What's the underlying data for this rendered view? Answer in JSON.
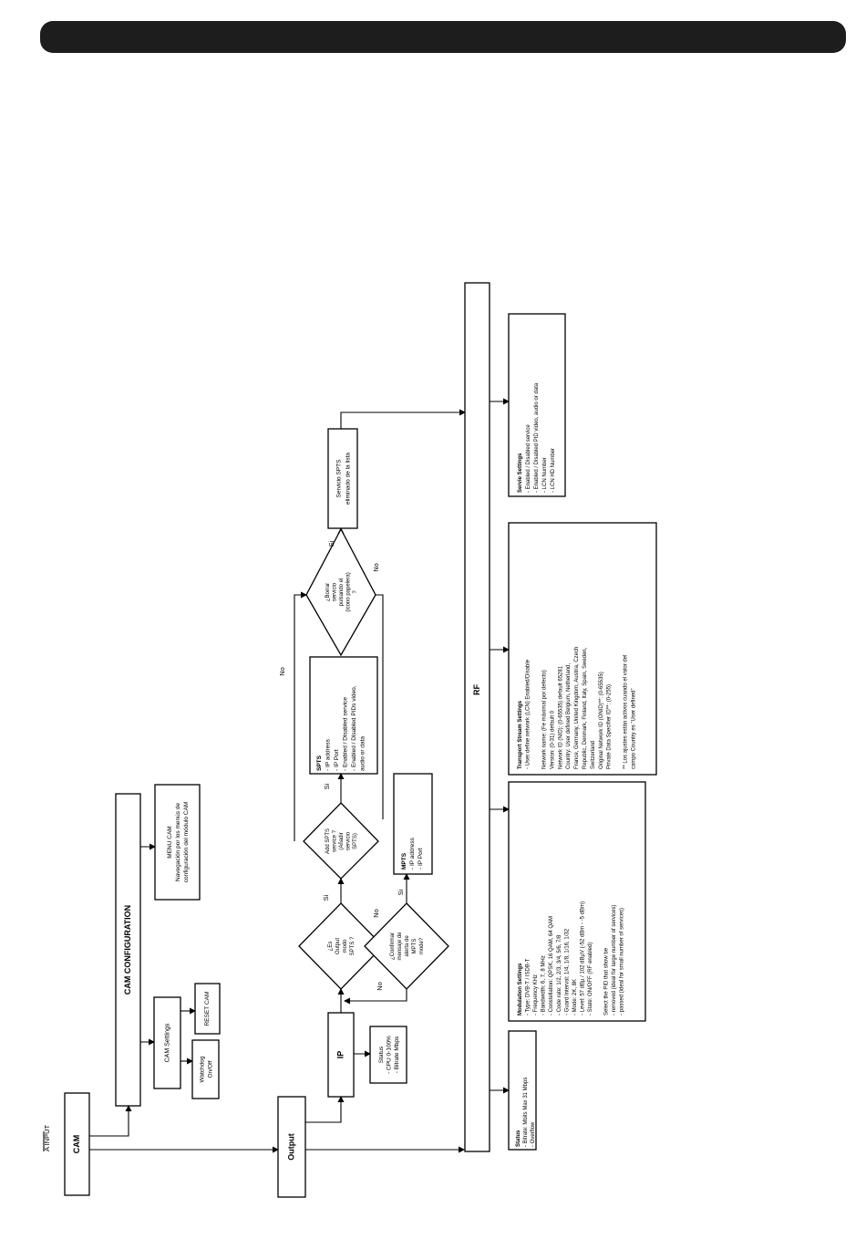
{
  "nodes": {
    "a_input": "A INPUT",
    "cam": "CAM",
    "cam_configuration": "CAM CONFIGURATION",
    "cam_settings": "CAM Settings",
    "watchdog": [
      "Watchdog",
      "On/Off"
    ],
    "reset_cam": "RESET CAM",
    "menu_cam": [
      "MENU CAM",
      "Navegación por los menús de",
      "configuración del módulo CAM"
    ],
    "output": "Output",
    "ip": "IP",
    "ip_status": [
      "Status",
      "- CPU 0-100%",
      "- Bitrate Mbps"
    ],
    "rf": "RF",
    "q_output_spts": [
      "¿Es",
      "Output",
      "modo",
      "SPTS ?"
    ],
    "q_confirm_mpts": [
      "¿Confirmar",
      "mensaje de",
      "alerta de",
      "MPTS",
      "mode?"
    ],
    "q_add_spts": [
      "Add SPTS",
      "service ?",
      "(Añadir",
      "servicio",
      "SPTS)"
    ],
    "q_borrar": [
      "¿Borrar",
      "servicio",
      "pulsando el",
      "(icono papelera)",
      "?"
    ],
    "mpts_box": [
      "MPTS",
      "- IP address",
      "- IP Port"
    ],
    "spts_box": [
      "SPTS",
      "- IP address",
      "- IP Port",
      "- Enabled / Disabled service",
      "- Enabled / Disabled PIDs video,",
      "audio or data"
    ],
    "servicio_eliminado": [
      "Servicio SPTS",
      "eliminado de la lista"
    ],
    "rf_status": [
      "Status",
      "- Bitrate: Mbits Max 31 Mbps",
      "- Overflow"
    ],
    "modulation_settings": [
      "Modulation Settings",
      "- Type: DVB-T / ISDB-T",
      "- Frequency KHz",
      "- Bandwidth: 6, 7, 8 MHz",
      "- Constellation: QPSK, 16 QAM, 64 QAM",
      "- Code rate: 1/2, 2/3, 3/4, 5/6, 7/8",
      "- Guard Interval: 1/4, 1/8, 1/16, 1/32",
      "- Mode: 2K, 8K",
      "- Level: 57 dBµ / 102 dBµV (-52 dBm - -5 dBm)",
      "- State: ON/OFF (RF enabled)",
      "",
      "Select the PID that show be",
      "- removed (ideal for large number of services)",
      "- passed (ideal for small number of services)"
    ],
    "transport_stream_settings": [
      "Transport Stream Settings",
      "- User define network (LCN) Enabled/Disable",
      "",
      "Network name: (Fe máximal por defecto)",
      "Version: (0-31) default 0",
      "Network ID (NID): (0-65535) default 65281",
      "Country: User defined Belgium, Netherland,",
      "France, Germany, United Kingdom, Austria, Czech",
      "Republic, Denmark, Finland, Italy, Spain, Sweden,",
      "Switzerland",
      "Original Network ID (ONID)**: (0-65535)",
      "Private Data Specifier ID**: (0-255)",
      "",
      "** Los ajustes están activos cuando el valor del",
      "campo Country es \"User defined\""
    ],
    "service_settings": [
      "Servie Settings",
      "- Enabled / Disabled service",
      "- Enabled / Disabled PID video, audio or data",
      "- LCN Number",
      "- LCN HD Number"
    ]
  },
  "edge_labels": {
    "si": "Si",
    "no": "No"
  }
}
